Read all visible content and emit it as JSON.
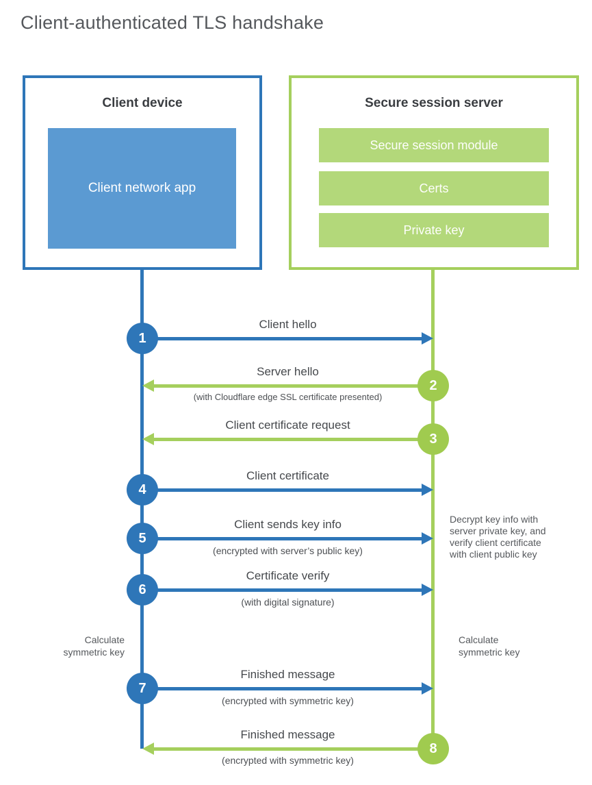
{
  "title": "Client-authenticated TLS handshake",
  "colors": {
    "client_accent": "#2e76b8",
    "client_fill": "#5b9ad2",
    "server_accent": "#a5cf5d",
    "server_circle": "#a0cb4f",
    "server_fill": "#b3d87a",
    "text_dark": "#3a3d41",
    "text_label": "#45484c"
  },
  "client": {
    "title": "Client device",
    "app_label": "Client network app"
  },
  "server": {
    "title": "Secure session server",
    "modules": [
      "Secure session module",
      "Certs",
      "Private key"
    ]
  },
  "steps": [
    {
      "num": "1",
      "from": "client",
      "label": "Client hello",
      "sub": ""
    },
    {
      "num": "2",
      "from": "server",
      "label": "Server hello",
      "sub": "(with Cloudflare edge SSL certificate presented)"
    },
    {
      "num": "3",
      "from": "server",
      "label": "Client certificate request",
      "sub": ""
    },
    {
      "num": "4",
      "from": "client",
      "label": "Client certificate",
      "sub": ""
    },
    {
      "num": "5",
      "from": "client",
      "label": "Client sends key info",
      "sub": "(encrypted with server’s public key)"
    },
    {
      "num": "6",
      "from": "client",
      "label": "Certificate verify",
      "sub": "(with digital signature)"
    },
    {
      "num": "7",
      "from": "client",
      "label": "Finished message",
      "sub": "(encrypted with symmetric key)"
    },
    {
      "num": "8",
      "from": "server",
      "label": "Finished message",
      "sub": "(encrypted with symmetric key)"
    }
  ],
  "annotations": {
    "server_note": "Decrypt key info with server private key, and verify client certificate with client public key",
    "client_calc": "Calculate symmetric key",
    "server_calc": "Calculate symmetric key"
  }
}
